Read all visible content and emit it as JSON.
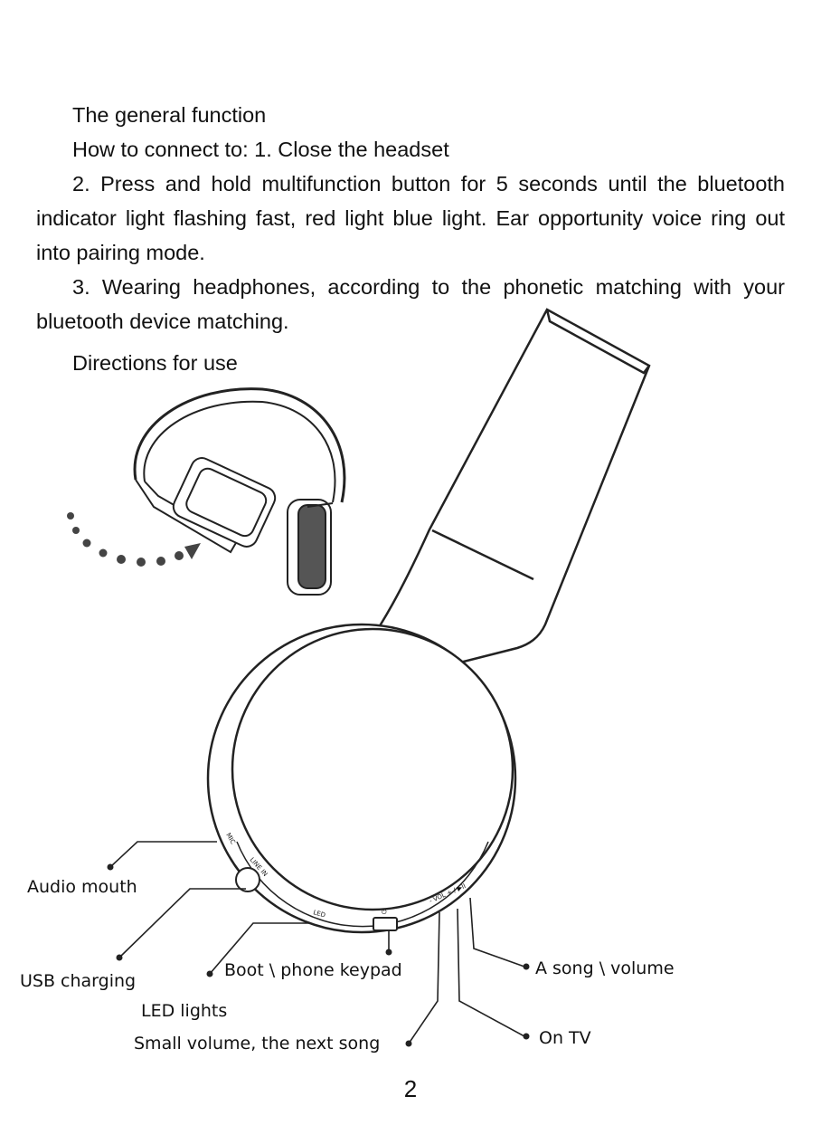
{
  "text": {
    "heading": "The general function",
    "connect_intro": "How to connect to: 1. Close the headset",
    "step2": "2. Press and hold multifunction button for 5 seconds until the bluetooth indicator light flashing fast, red light blue light. Ear opportunity voice ring out into pairing mode.",
    "step3": "3. Wearing headphones, according to the phonetic matching with your bluetooth device matching.",
    "directions": "Directions for use"
  },
  "callouts": {
    "audio_mouth": "Audio mouth",
    "usb_charging": "USB charging",
    "led_lights": "LED lights",
    "boot_phone_keypad": "Boot \\ phone keypad",
    "small_volume_next": "Small volume, the next song",
    "song_volume": "A song \\ volume",
    "on_tv": "On TV"
  },
  "device_labels": {
    "mic": "MIC",
    "line_in": "LINE IN",
    "led": "LED",
    "vol": "- VOL + / ▶II",
    "power": "⏻"
  },
  "page_number": "2"
}
